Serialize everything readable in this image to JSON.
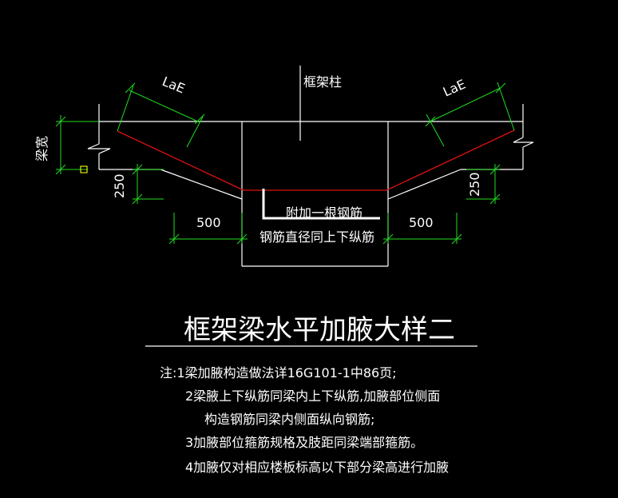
{
  "labels": {
    "column": "框架柱",
    "beam_width": "梁宽",
    "lae_left": "LaE",
    "lae_right": "LaE",
    "dim_250_left": "250",
    "dim_250_right": "250",
    "dim_500_left": "500",
    "dim_500_right": "500",
    "extra_bar": "附加一根钢筋",
    "bar_diameter": "钢筋直径同上下纵筋"
  },
  "title": "框架梁水平加腋大样二",
  "notes": [
    "注:1梁加腋构造做法详16G101-1中86页;",
    "2梁腋上下纵筋同梁内上下纵筋,加腋部位侧面",
    "构造钢筋同梁内侧面纵向钢筋;",
    "3加腋部位箍筋规格及肢距同梁端部箍筋。",
    "4加腋仅对相应楼板标高以下部分梁高进行加腋"
  ],
  "colors": {
    "background": "#000000",
    "lines": "#ffffff",
    "dimension": "#22dd22",
    "rebar": "#e01010",
    "marker": "#e8e800"
  }
}
